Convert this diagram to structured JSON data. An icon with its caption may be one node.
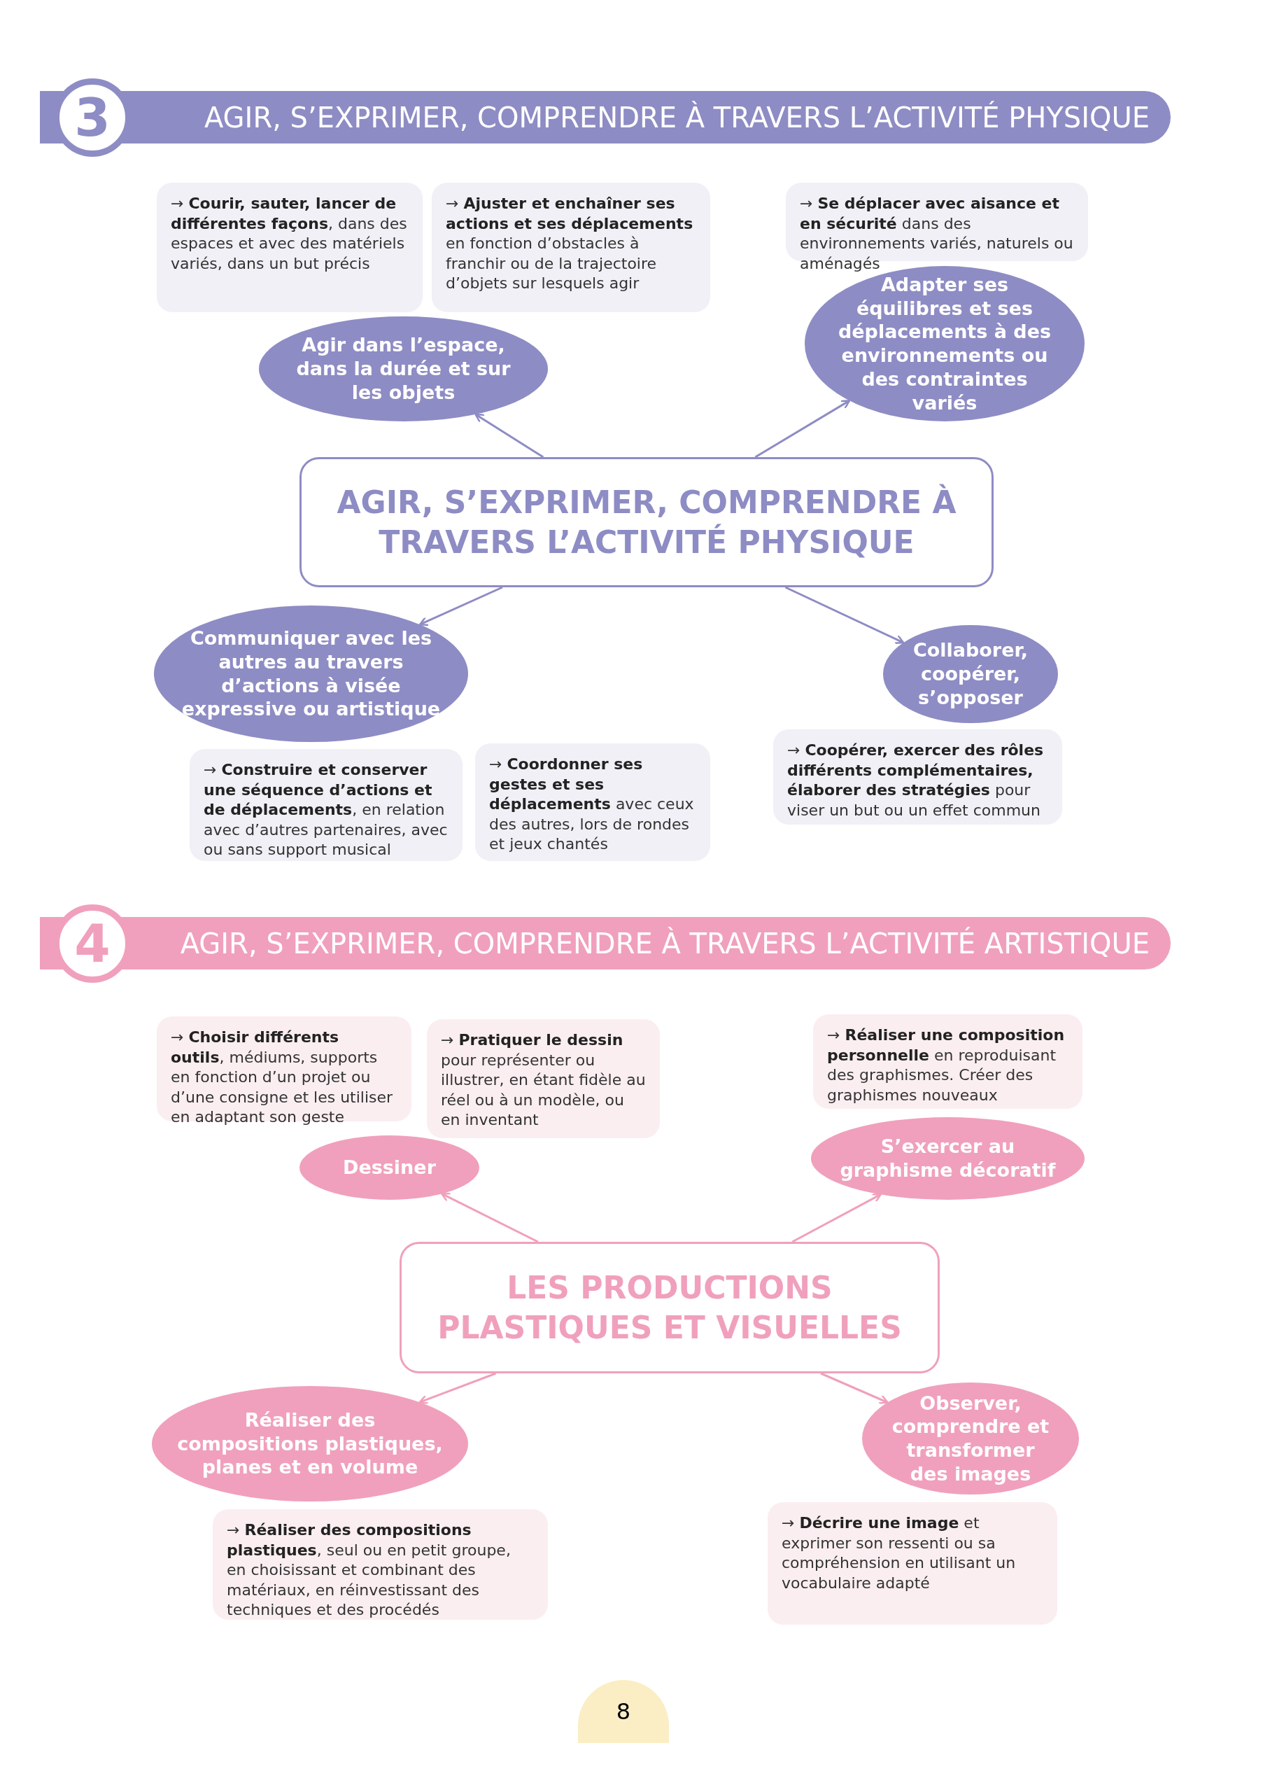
{
  "diagram": {
    "nodes": [
      {
        "text": [
          "3"
        ]
      },
      {
        "text": [
          "AGIR, S’EXPRIMER, COMPRENDRE À TRAVERS L’ACTIVITÉ PHYSIQUE"
        ]
      },
      {
        "text": [
          "→ **Courir, sauter, lancer de différentes façons**, dans des espaces et avec des matériels variés, dans un but précis"
        ]
      },
      {
        "text": [
          "→ **Ajuster et enchaîner ses actions et ses déplacements** en fonction d’obstacles à franchir ou de la trajectoire d’objets sur lesquels agir"
        ]
      },
      {
        "text": [
          "→ **Se déplacer avec aisance et en sécurité** dans des environnements variés, naturels ou aménagés"
        ]
      },
      {
        "text": [
          "Agir dans l’espace, dans la durée et sur les objets"
        ]
      },
      {
        "text": [
          "Adapter ses équilibres et ses déplacements à des environnements ou des contraintes variés"
        ]
      },
      {
        "text": [
          "AGIR, S’EXPRIMER, COMPRENDRE À TRAVERS L’ACTIVITÉ PHYSIQUE"
        ]
      },
      {
        "text": [
          "Communiquer avec les autres au travers d’actions à visée expressive ou artistique"
        ]
      },
      {
        "text": [
          "Collaborer, coopérer, s’opposer"
        ]
      },
      {
        "text": [
          "→ **Construire et conserver une séquence d’actions et de déplacements**, en relation avec d’autres partenaires, avec ou sans support musical"
        ]
      },
      {
        "text": [
          "→ **Coordonner ses gestes et ses déplacements** avec ceux des autres, lors de rondes et jeux chantés"
        ]
      },
      {
        "text": [
          "→ **Coopérer, exercer des rôles différents complémentaires, élaborer des stratégies** pour viser un but ou un effet commun"
        ]
      },
      {
        "text": [
          "4"
        ]
      },
      {
        "text": [
          "AGIR, S’EXPRIMER, COMPRENDRE À TRAVERS L’ACTIVITÉ ARTISTIQUE"
        ]
      },
      {
        "text": [
          "→ **Choisir différents outils**, médiums, supports en fonction d’un projet ou d’une consigne et les utiliser en adaptant son geste"
        ]
      },
      {
        "text": [
          "→ **Pratiquer le dessin** pour représenter ou illustrer, en étant fidèle au réel ou à un modèle, ou en inventant"
        ]
      },
      {
        "text": [
          "→ **Réaliser une composition personnelle** en reproduisant des graphismes. Créer des graphismes nouveaux"
        ]
      },
      {
        "text": [
          "Dessiner"
        ]
      },
      {
        "text": [
          "S’exercer au graphisme décoratif"
        ]
      },
      {
        "text": [
          "LES PRODUCTIONS PLASTIQUES ET VISUELLES"
        ]
      },
      {
        "text": [
          "Réaliser des compositions plastiques, planes et en volume"
        ]
      },
      {
        "text": [
          "Observer, comprendre et transformer des images"
        ]
      },
      {
        "text": [
          "→ **Réaliser des compositions plastiques**, seul ou en petit groupe, en choisissant et combinant des matériaux, en réinvestissant des techniques et des procédés"
        ]
      },
      {
        "text": [
          "→ **Décrire une image** et exprimer son ressenti ou sa compréhension en utilisant un vocabulaire adapté"
        ]
      }
    ],
    "edges": [
      {
        "from": 7,
        "to": 5,
        "arrow": "to",
        "color": "#8e8cc4"
      },
      {
        "from": 7,
        "to": 6,
        "arrow": "to",
        "color": "#8e8cc4"
      },
      {
        "from": 7,
        "to": 8,
        "arrow": "to",
        "color": "#8e8cc4"
      },
      {
        "from": 7,
        "to": 9,
        "arrow": "to",
        "color": "#8e8cc4"
      },
      {
        "from": 20,
        "to": 18,
        "arrow": "to",
        "color": "#f0a0bc"
      },
      {
        "from": 20,
        "to": 19,
        "arrow": "to",
        "color": "#f0a0bc"
      },
      {
        "from": 20,
        "to": 21,
        "arrow": "to",
        "color": "#f0a0bc"
      },
      {
        "from": 20,
        "to": 22,
        "arrow": "to",
        "color": "#f0a0bc"
      }
    ],
    "labels": [
      "8"
    ]
  }
}
